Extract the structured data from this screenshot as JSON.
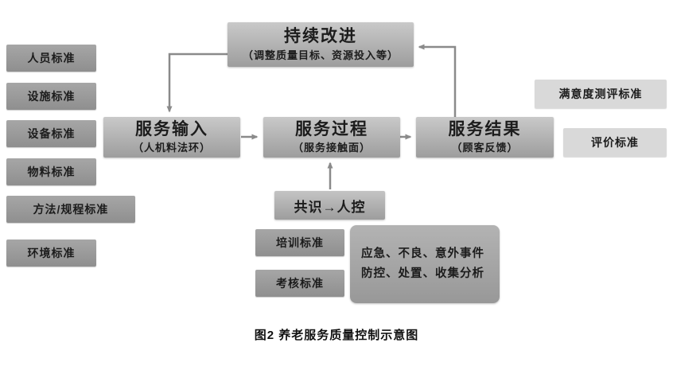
{
  "diagram": {
    "left_standards": [
      {
        "label": "人员标准"
      },
      {
        "label": "设施标准"
      },
      {
        "label": "设备标准"
      },
      {
        "label": "物料标准"
      },
      {
        "label": "方法/规程标准"
      },
      {
        "label": "环境标准"
      }
    ],
    "top_box": {
      "title": "持续改进",
      "subtitle": "（调整质量目标、资源投入等）"
    },
    "flow": [
      {
        "title": "服务输入",
        "subtitle": "（人机料法环）"
      },
      {
        "title": "服务过程",
        "subtitle": "（服务接触面）"
      },
      {
        "title": "服务结果",
        "subtitle": "（顾客反馈）"
      }
    ],
    "right_standards": [
      {
        "label": "满意度测评标准"
      },
      {
        "label": "评价标准"
      }
    ],
    "control_box": {
      "label": "共识→人控"
    },
    "bottom_standards": [
      {
        "label": "培训标准"
      },
      {
        "label": "考核标准"
      }
    ],
    "event_box": {
      "line1": "应急、不良、意外事件",
      "line2": "防控、处置、收集分析"
    },
    "caption": "图2  养老服务质量控制示意图",
    "palette": {
      "dark_box": "#9a9a9a",
      "flow_box_top": "#c9c9c9",
      "flow_box_bottom": "#9d9d9d",
      "light_box": "#d9d9d9",
      "arrow": "#8a8a8a",
      "text": "#1c1c1c",
      "background": "#ffffff"
    }
  }
}
